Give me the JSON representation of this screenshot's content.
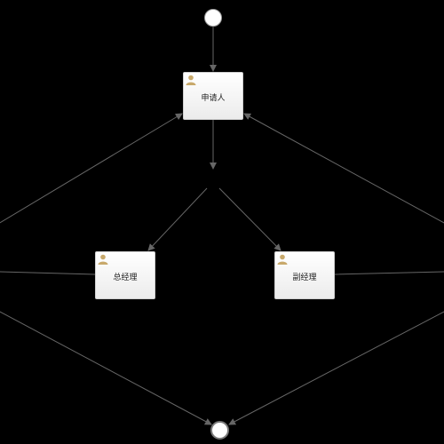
{
  "diagram": {
    "type": "workflow",
    "nodes": {
      "start": {
        "kind": "start-event"
      },
      "applicant": {
        "kind": "user-task",
        "label": "申请人",
        "icon": "user-icon"
      },
      "general_manager": {
        "kind": "user-task",
        "label": "总经理",
        "icon": "user-icon"
      },
      "deputy_manager": {
        "kind": "user-task",
        "label": "副经理",
        "icon": "user-icon"
      },
      "end": {
        "kind": "end-event"
      }
    },
    "edges": [
      {
        "from": "start",
        "to": "applicant"
      },
      {
        "from": "applicant",
        "to": "split"
      },
      {
        "from": "split",
        "to": "general_manager"
      },
      {
        "from": "split",
        "to": "deputy_manager"
      },
      {
        "from": "general_manager",
        "to": "applicant"
      },
      {
        "from": "deputy_manager",
        "to": "applicant"
      },
      {
        "from": "general_manager",
        "to": "end"
      },
      {
        "from": "deputy_manager",
        "to": "end"
      }
    ],
    "colors": {
      "background": "#000000",
      "edge": "#666666",
      "task_fill": "#ffffff",
      "task_border": "#cfcfcf",
      "user_icon": "#c8a96b"
    }
  }
}
